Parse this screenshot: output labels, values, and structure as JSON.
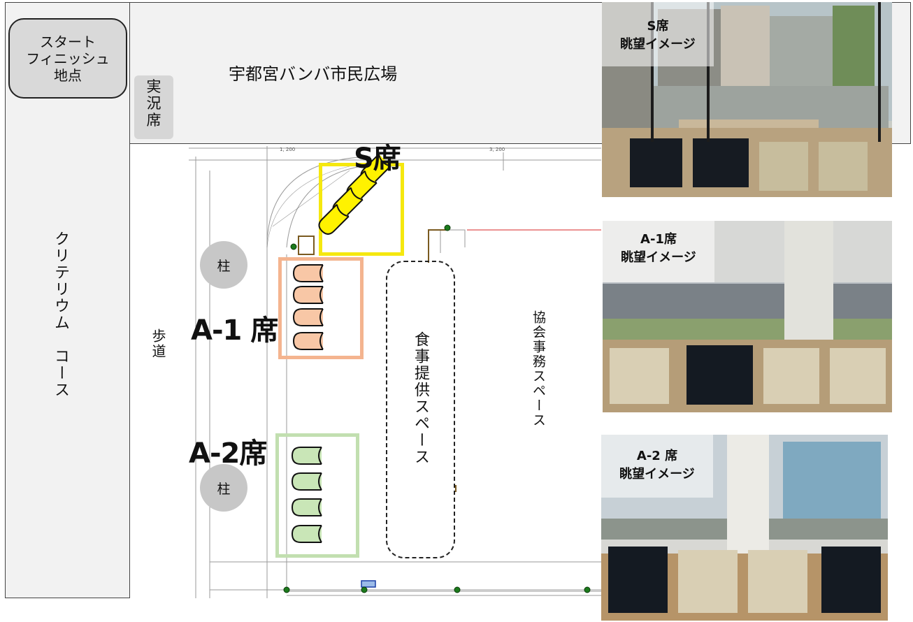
{
  "start": {
    "lines": [
      "スタート",
      "フィニッシュ",
      "地点"
    ]
  },
  "course_label": "クリテリウム　コース",
  "plaza_title": "宇都宮バンバ市民広場",
  "commentary": {
    "lines": [
      "実",
      "況",
      "席"
    ]
  },
  "sidewalk": "歩道",
  "post_label": "柱",
  "seats": {
    "s": "S席",
    "a1": "A-1 席",
    "a2": "A-2席"
  },
  "food_area": "食事提供スペース",
  "office_area": "協会事務スペース",
  "photos": {
    "s": {
      "lines": [
        "S席",
        "眺望イメージ"
      ]
    },
    "a1": {
      "lines": [
        "A-1席",
        "眺望イメージ"
      ]
    },
    "a2": {
      "lines": [
        "A-2 席",
        "眺望イメージ"
      ]
    }
  },
  "colors": {
    "s_frame": "#f5e80f",
    "a1_frame": "#f4b48f",
    "a2_frame": "#c2dfb0",
    "s_seat": "#fff200",
    "a1_seat": "#f8c7a6",
    "a2_seat": "#c9e6b7"
  }
}
